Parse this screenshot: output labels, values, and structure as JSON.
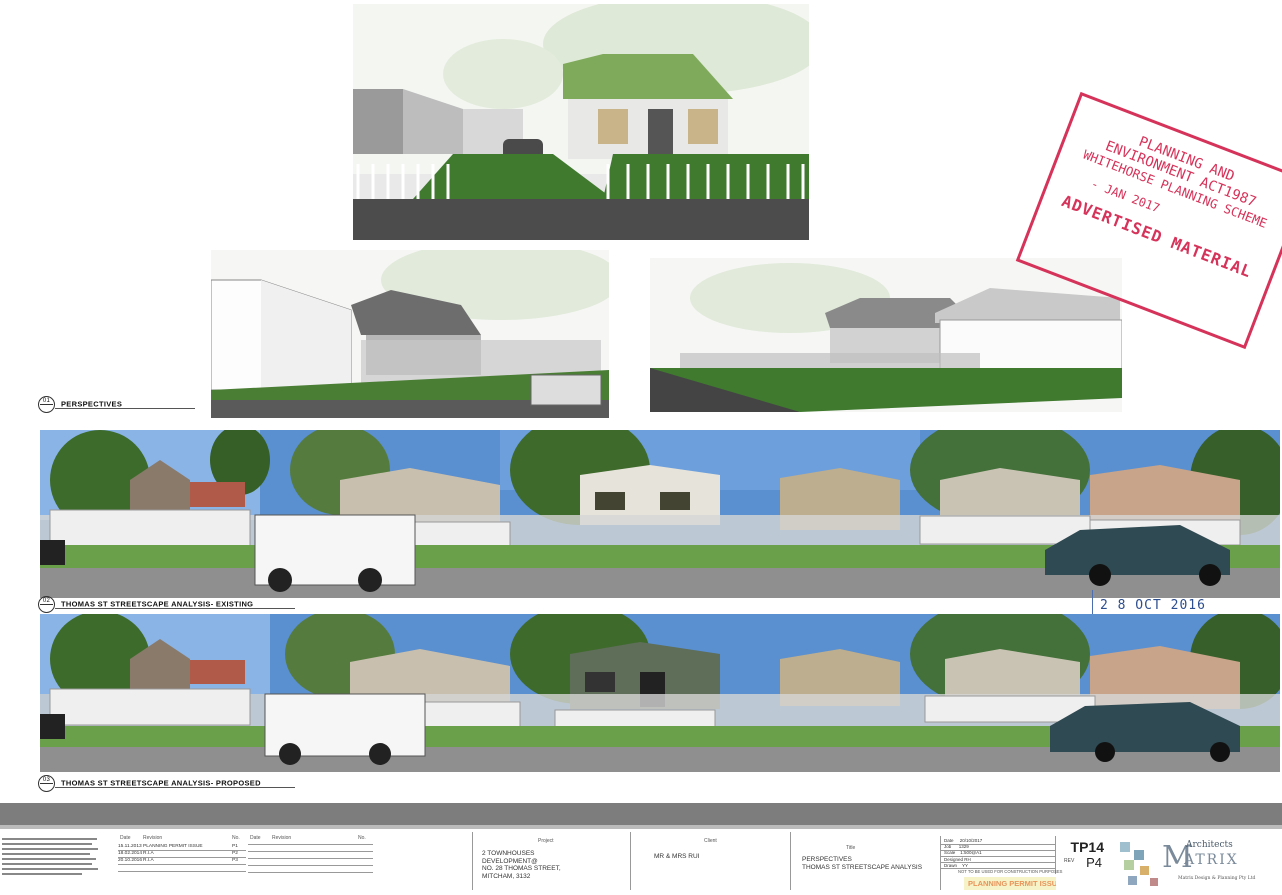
{
  "captions": {
    "perspectives": {
      "num": "01",
      "label": "PERSPECTIVES"
    },
    "existing": {
      "num": "02",
      "label": "THOMAS ST STREETSCAPE ANALYSIS- EXISTING"
    },
    "proposed": {
      "num": "03",
      "label": "THOMAS ST STREETSCAPE ANALYSIS- PROPOSED"
    }
  },
  "stamp": {
    "line1": "PLANNING AND",
    "line2": "ENVIRONMENT ACT1987",
    "line3": "WHITEHORSE PLANNING SCHEME",
    "line4": "JAN 2017",
    "line5": "ADVERTISED MATERIAL"
  },
  "date_stamp": "2 8 OCT 2016",
  "title_block": {
    "revisions": {
      "headers": [
        "Date",
        "Revision",
        "No."
      ],
      "rows": [
        [
          "15.11.2013",
          "PLANNING PERMIT ISSUE",
          "P1"
        ],
        [
          "18.02.2014",
          "R.I.A",
          "P2"
        ],
        [
          "20.10.2016",
          "R.I.A",
          "P3"
        ]
      ]
    },
    "project_label": "Project",
    "project_lines": [
      "2 TOWNHOUSES",
      "DEVELOPMENT@",
      "NO. 28 THOMAS STREET,",
      "MITCHAM, 3132"
    ],
    "client_label": "Client",
    "client": "MR & MRS RUI",
    "title_label": "Title",
    "title_lines": [
      "PERSPECTIVES",
      "THOMAS ST STREETSCAPE ANALYSIS"
    ],
    "info": [
      {
        "k": "Date",
        "v": "20/10/2017"
      },
      {
        "k": "Job",
        "v": "1329"
      },
      {
        "k": "Scale",
        "v": "1:500@A1"
      },
      {
        "k": "Designed",
        "v": "RH"
      },
      {
        "k": "Drawn",
        "v": "YY"
      }
    ],
    "drawing_no": "TP14",
    "rev_label": "REV",
    "rev": "P4",
    "not_for_construction": "NOT TO BE USED FOR CONSTRUCTION PURPOSES",
    "permit_badge": "PLANNING PERMIT ISSUE",
    "company_big": "Architects",
    "company_letter": "M",
    "company_word": "ATRIX",
    "company_small": "Matrix Design & Planning Pty Ltd"
  },
  "colors": {
    "stamp": "#d6335a",
    "date_stamp": "#2d4e8f",
    "sky": "#5a8fd0",
    "grass": "#4f8a3a"
  }
}
